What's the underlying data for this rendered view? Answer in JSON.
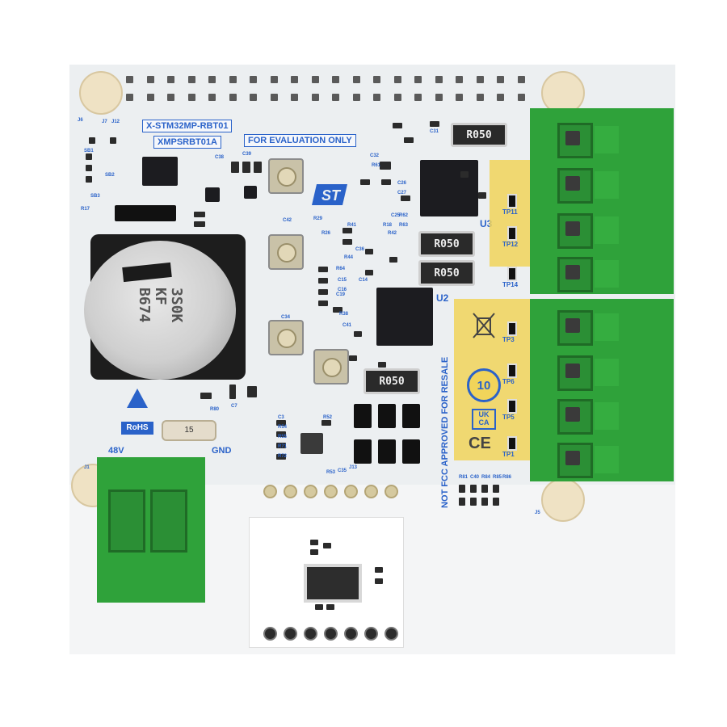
{
  "board": {
    "product_name": "X-STM32MP-RBT01",
    "board_code": "XMPSRBT01A",
    "evaluation_notice": "FOR EVALUATION ONLY",
    "fcc_notice": "NOT FCC APPROVED FOR RESALE",
    "rohs_label": "RoHS",
    "voltage_label": "48V",
    "gnd_label": "GND",
    "ce_mark": "CE",
    "ukca_mark": "UK CA",
    "age_mark": "10",
    "capacitor_text": "3S0K\nKF\nB674",
    "resistor_label": "R050",
    "fuse_label": "15",
    "chip_labels": [
      "U3",
      "U2"
    ],
    "testpoints": [
      "TP11",
      "TP12",
      "TP14",
      "TP3",
      "TP6",
      "TP5",
      "TP1"
    ],
    "refs": [
      "SB1",
      "SB2",
      "SB3",
      "C38",
      "C39",
      "C31",
      "C32",
      "R61",
      "C26",
      "C27",
      "R62",
      "R63",
      "R64",
      "C15",
      "C16",
      "C19",
      "C34",
      "R38",
      "C41",
      "C42",
      "R29",
      "R26",
      "R80",
      "C7",
      "C3",
      "R54",
      "R55",
      "R71",
      "R72",
      "R52",
      "R53",
      "C35",
      "C36",
      "C14",
      "R44",
      "R41",
      "R42",
      "C25",
      "R18",
      "R17",
      "J1",
      "J5",
      "J6",
      "J7",
      "J12",
      "J13",
      "R81",
      "C40",
      "R84",
      "R85",
      "R86"
    ]
  },
  "colors": {
    "board": "#eceff1",
    "silkscreen": "#2a62c9",
    "terminal_green": "#2fa23a",
    "warning_yellow": "#f1d45a"
  }
}
